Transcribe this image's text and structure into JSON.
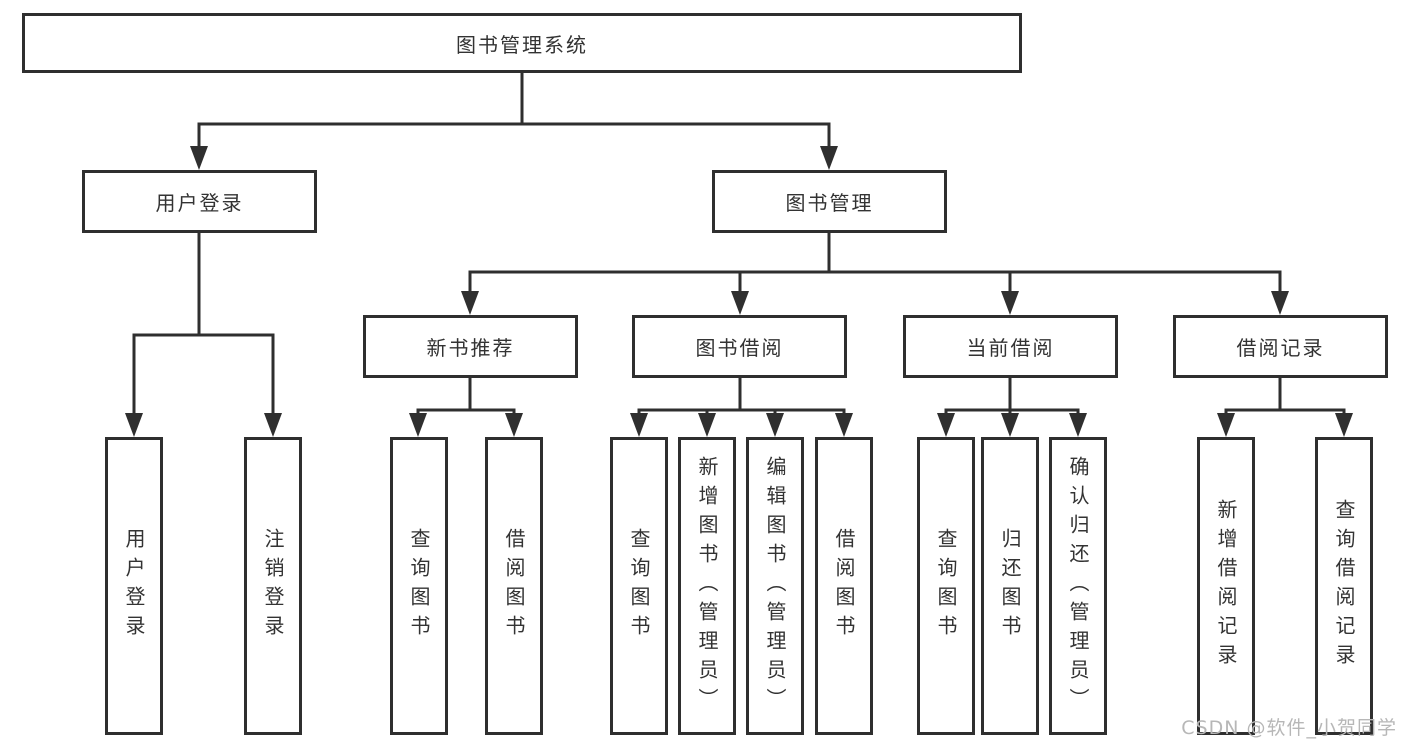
{
  "diagram": {
    "root": {
      "label": "图书管理系统"
    },
    "level2": [
      {
        "label": "用户登录"
      },
      {
        "label": "图书管理"
      }
    ],
    "level3": [
      {
        "label": "新书推荐",
        "parent": "图书管理"
      },
      {
        "label": "图书借阅",
        "parent": "图书管理"
      },
      {
        "label": "当前借阅",
        "parent": "图书管理"
      },
      {
        "label": "借阅记录",
        "parent": "图书管理"
      }
    ],
    "leaves": [
      {
        "label": "用户登录",
        "parent": "用户登录"
      },
      {
        "label": "注销登录",
        "parent": "用户登录"
      },
      {
        "label": "查询图书",
        "parent": "新书推荐"
      },
      {
        "label": "借阅图书",
        "parent": "新书推荐"
      },
      {
        "label": "查询图书",
        "parent": "图书借阅"
      },
      {
        "label": "新增图书（管理员）",
        "parent": "图书借阅"
      },
      {
        "label": "编辑图书（管理员）",
        "parent": "图书借阅"
      },
      {
        "label": "借阅图书",
        "parent": "图书借阅"
      },
      {
        "label": "查询图书",
        "parent": "当前借阅"
      },
      {
        "label": "归还图书",
        "parent": "当前借阅"
      },
      {
        "label": "确认归还（管理员）",
        "parent": "当前借阅"
      },
      {
        "label": "新增借阅记录",
        "parent": "借阅记录"
      },
      {
        "label": "查询借阅记录",
        "parent": "借阅记录"
      }
    ],
    "colors": {
      "line": "#2f2f2f",
      "text": "#333333",
      "box_background": "#ffffff"
    }
  },
  "watermark": {
    "text": "CSDN @软件_小贺同学",
    "color": "#b7b7b7"
  }
}
